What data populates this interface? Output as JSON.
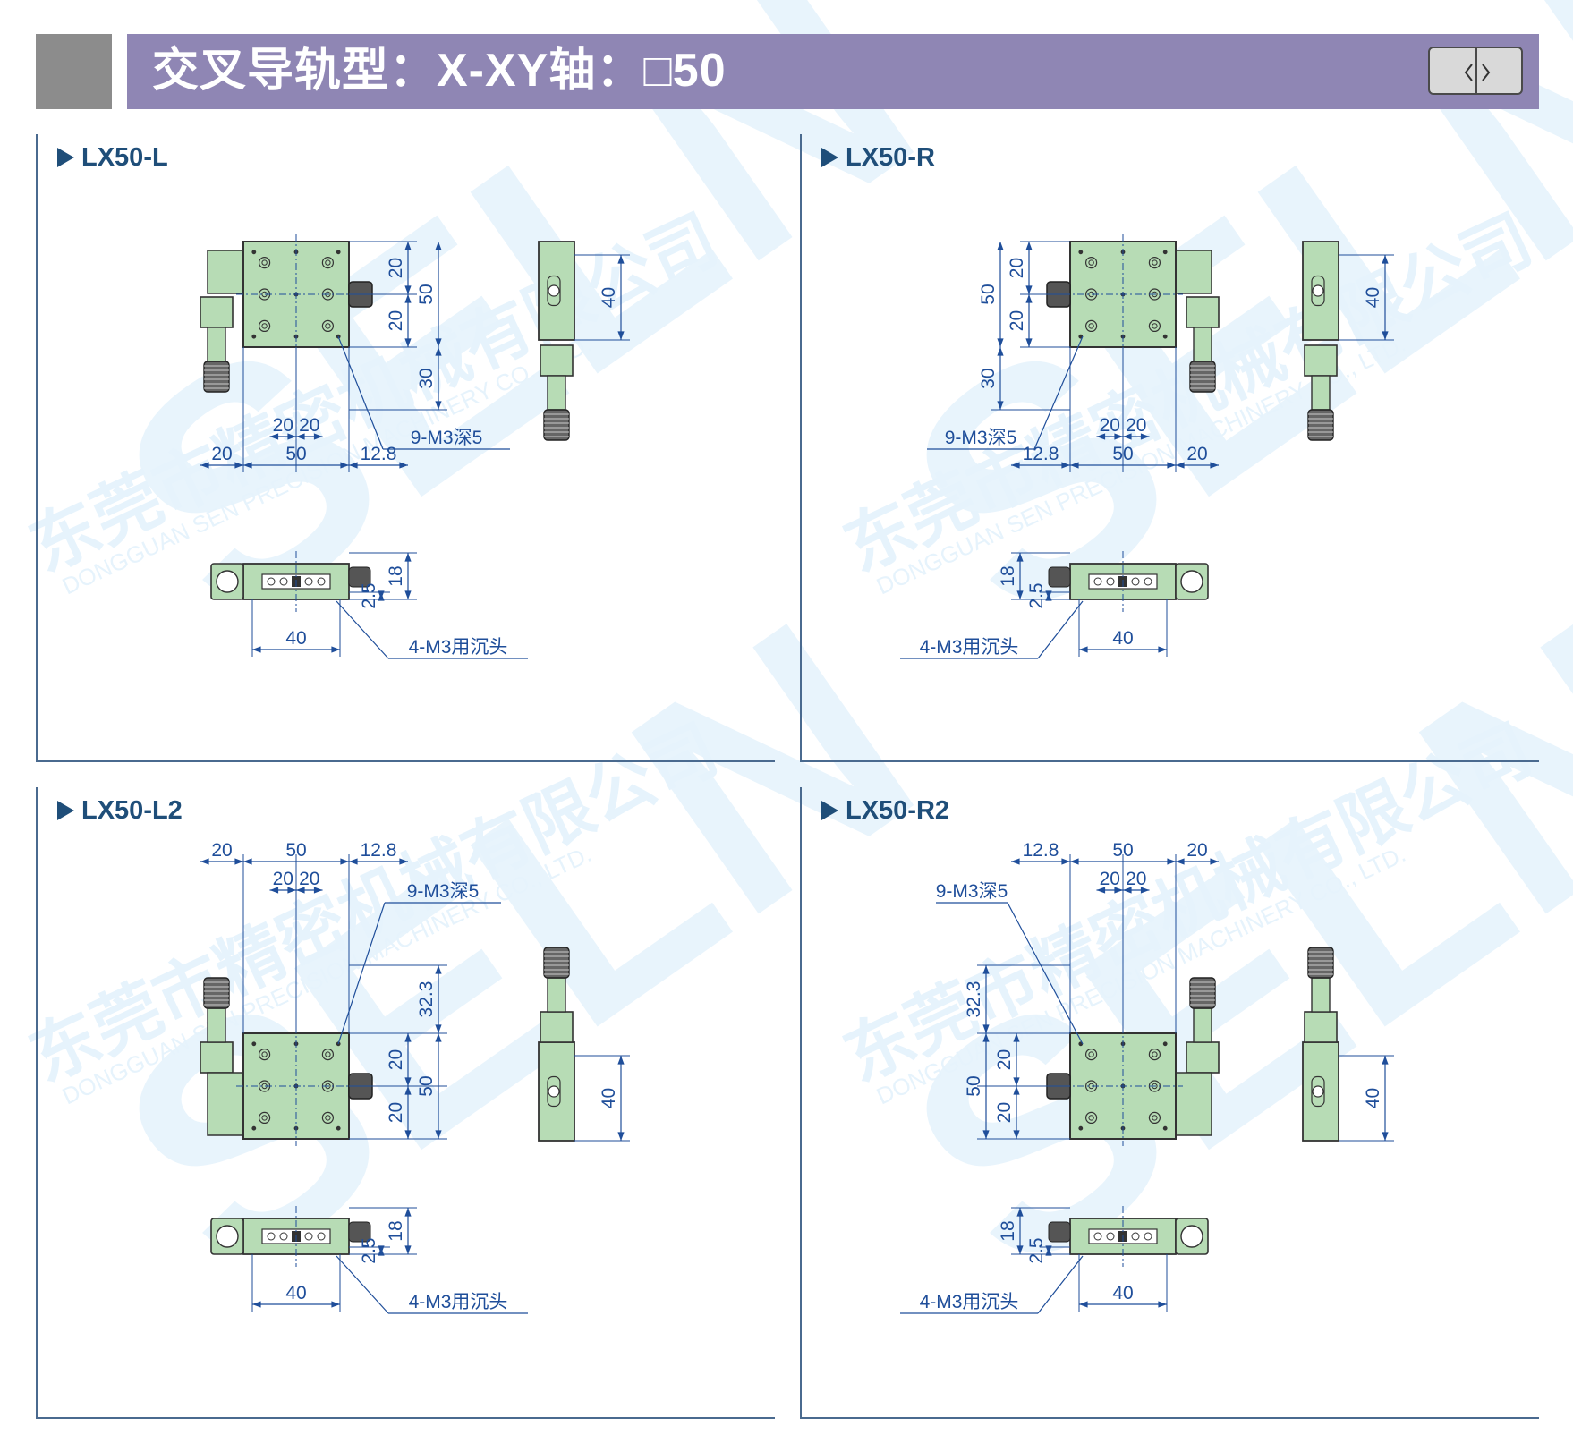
{
  "header": {
    "title": "交叉导轨型：X-XY轴：□50",
    "nav_icon": "page-turn-icon"
  },
  "colors": {
    "header_bar": "#8f86b4",
    "header_block": "#8c8c8c",
    "stage_green": "#b7dcb5",
    "dimension_blue": "#1f4e9a",
    "watermark": "#dbeefa"
  },
  "watermark": {
    "brand": "SELN",
    "company_cn": "东莞市精密机械有限公司",
    "company_en": "DONGGUAN SEN PRECISION MACHINERY CO., LTD."
  },
  "panels": [
    {
      "title": "LX50-L",
      "top_view": {
        "d20a": "20",
        "d50": "50",
        "d20b": "20",
        "d30": "30",
        "d20c": "20",
        "d20d": "20",
        "d20e": "20",
        "d50b": "50",
        "d128": "12.8",
        "hole": "9-M3深5"
      },
      "side_view": {
        "d40": "40"
      },
      "front_view": {
        "d25": "2.5",
        "d18": "18",
        "d40": "40",
        "hole": "4-M3用沉头"
      }
    },
    {
      "title": "LX50-R",
      "top_view": {
        "d50": "50",
        "d20a": "20",
        "d20b": "20",
        "d30": "30",
        "hole": "9-M3深5",
        "d20c": "20",
        "d20d": "20",
        "d128": "12.8",
        "d50b": "50",
        "d20e": "20"
      },
      "side_view": {
        "d40": "40"
      },
      "front_view": {
        "d18": "18",
        "d25": "2.5",
        "d40": "40",
        "hole": "4-M3用沉头"
      }
    },
    {
      "title": "LX50-L2",
      "top_view": {
        "d20a": "20",
        "d50": "50",
        "d128": "12.8",
        "d20b": "20",
        "d20c": "20",
        "hole": "9-M3深5",
        "d323": "32.3",
        "d20d": "20",
        "d50b": "50",
        "d20e": "20"
      },
      "side_view": {
        "d40": "40"
      },
      "front_view": {
        "d25": "2.5",
        "d18": "18",
        "d40": "40",
        "hole": "4-M3用沉头"
      }
    },
    {
      "title": "LX50-R2",
      "top_view": {
        "d128": "12.8",
        "d50": "50",
        "d20a": "20",
        "hole": "9-M3深5",
        "d20b": "20",
        "d20c": "20",
        "d323": "32.3",
        "d50b": "50",
        "d20d": "20",
        "d20e": "20"
      },
      "side_view": {
        "d40": "40"
      },
      "front_view": {
        "d18": "18",
        "d25": "2.5",
        "hole": "4-M3用沉头",
        "d40": "40"
      }
    }
  ]
}
